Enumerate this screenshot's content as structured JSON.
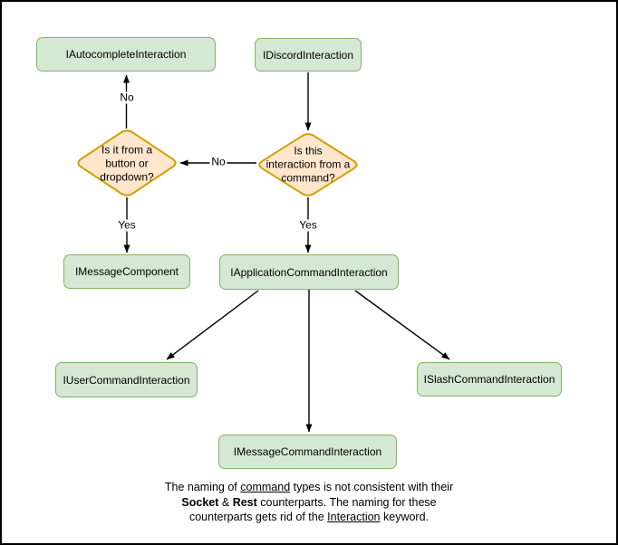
{
  "diagram": {
    "nodes": {
      "autocomplete": {
        "label": "IAutocompleteInteraction"
      },
      "discord": {
        "label": "IDiscordInteraction"
      },
      "message_component": {
        "label": "IMessageComponent"
      },
      "application_command": {
        "label": "IApplicationCommandInteraction"
      },
      "user_command": {
        "label": "IUserCommandInteraction"
      },
      "slash_command": {
        "label": "ISlashCommandInteraction"
      },
      "message_command": {
        "label": "IMessageCommandInteraction"
      }
    },
    "decisions": {
      "button_dropdown": {
        "label": "Is it from a\nbutton or\ndropdown?"
      },
      "from_command": {
        "label": "Is this\ninteraction from a\ncommand?"
      }
    },
    "edge_labels": {
      "no_up": "No",
      "no_left": "No",
      "yes_left": "Yes",
      "yes_right": "Yes"
    },
    "colors": {
      "node_fill": "#d5e8d4",
      "node_border": "#82b366",
      "decision_fill": "#ffe6cc",
      "decision_border": "#d79b00",
      "line": "#000000"
    }
  },
  "caption": {
    "line1": {
      "pre": "The naming of ",
      "underlined": "command",
      "post": " types is not consistent with their"
    },
    "line2": {
      "bold1": "Socket",
      "mid": " & ",
      "bold2": "Rest",
      "post": " counterparts. The naming for these"
    },
    "line3": {
      "pre": "counterparts gets rid of the ",
      "underlined": "Interaction",
      "post": " keyword."
    }
  }
}
